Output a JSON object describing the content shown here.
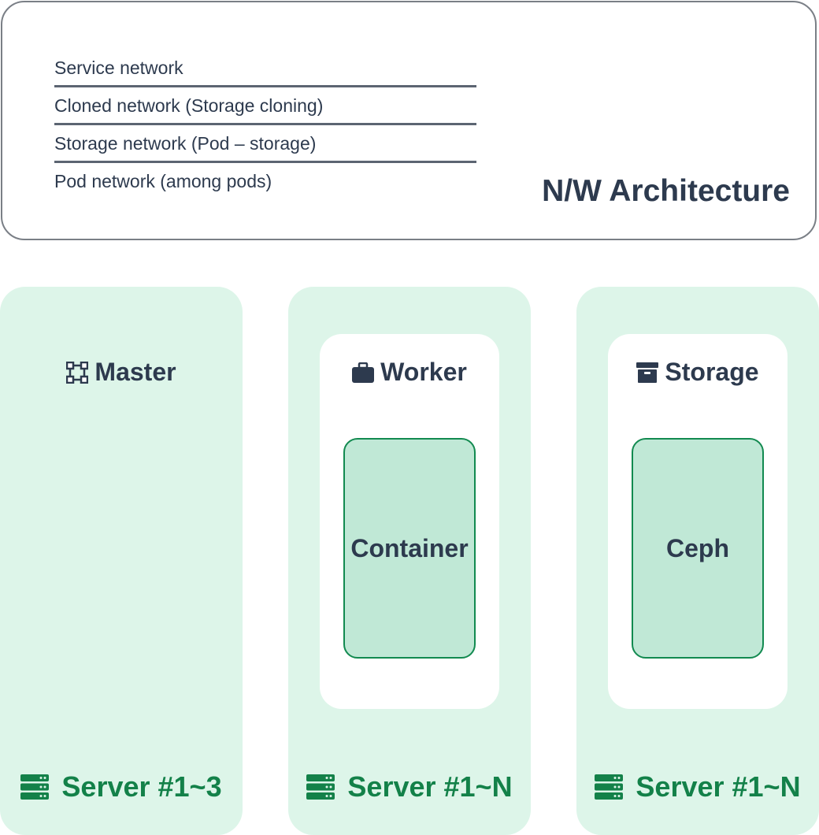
{
  "network": {
    "title": "N/W Architecture",
    "layers": [
      "Service network",
      "Cloned network (Storage cloning)",
      "Storage network (Pod – storage)",
      "Pod network (among pods)"
    ]
  },
  "servers": {
    "master": {
      "label": "Master",
      "icon": "vector-square-icon",
      "footer": "Server #1~3",
      "footer_icon": "server-icon"
    },
    "worker": {
      "label": "Worker",
      "icon": "briefcase-icon",
      "component": "Container",
      "footer": "Server #1~N",
      "footer_icon": "server-icon"
    },
    "storage": {
      "label": "Storage",
      "icon": "archive-box-icon",
      "component": "Ceph",
      "footer": "Server #1~N",
      "footer_icon": "server-icon"
    }
  },
  "colors": {
    "panel_bg": "#ddf5e9",
    "inner_fill": "#c0e8d6",
    "accent_green": "#138149",
    "text_dark": "#2d3a4e"
  }
}
